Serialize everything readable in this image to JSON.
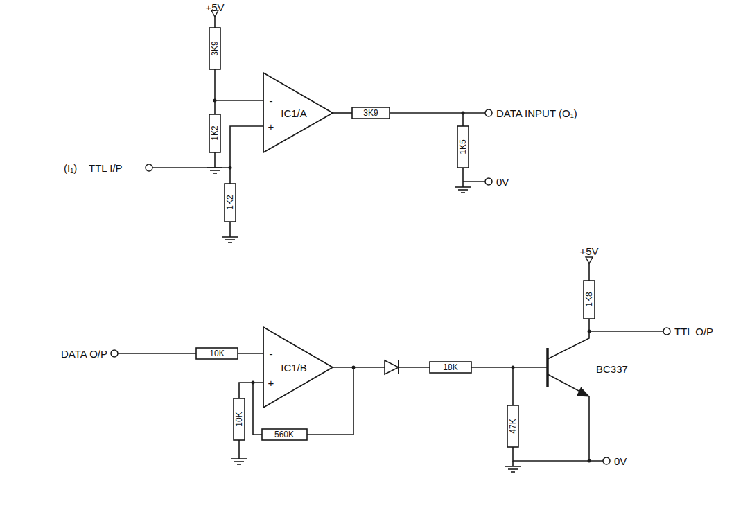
{
  "diagram": {
    "labels": [
      "+5V",
      "3K9",
      "1K2",
      "IC1/A",
      "-",
      "+",
      "3K9",
      "DATA INPUT (O₁)",
      "(I₁)",
      "TTL I/P",
      "1K2",
      "1K5",
      "0V",
      "+5V",
      "1K8",
      "DATA O/P",
      "10K",
      "IC1/B",
      "-",
      "+",
      "18K",
      "10K",
      "560K",
      "47K",
      "BC337",
      "TTL O/P",
      "0V"
    ]
  }
}
